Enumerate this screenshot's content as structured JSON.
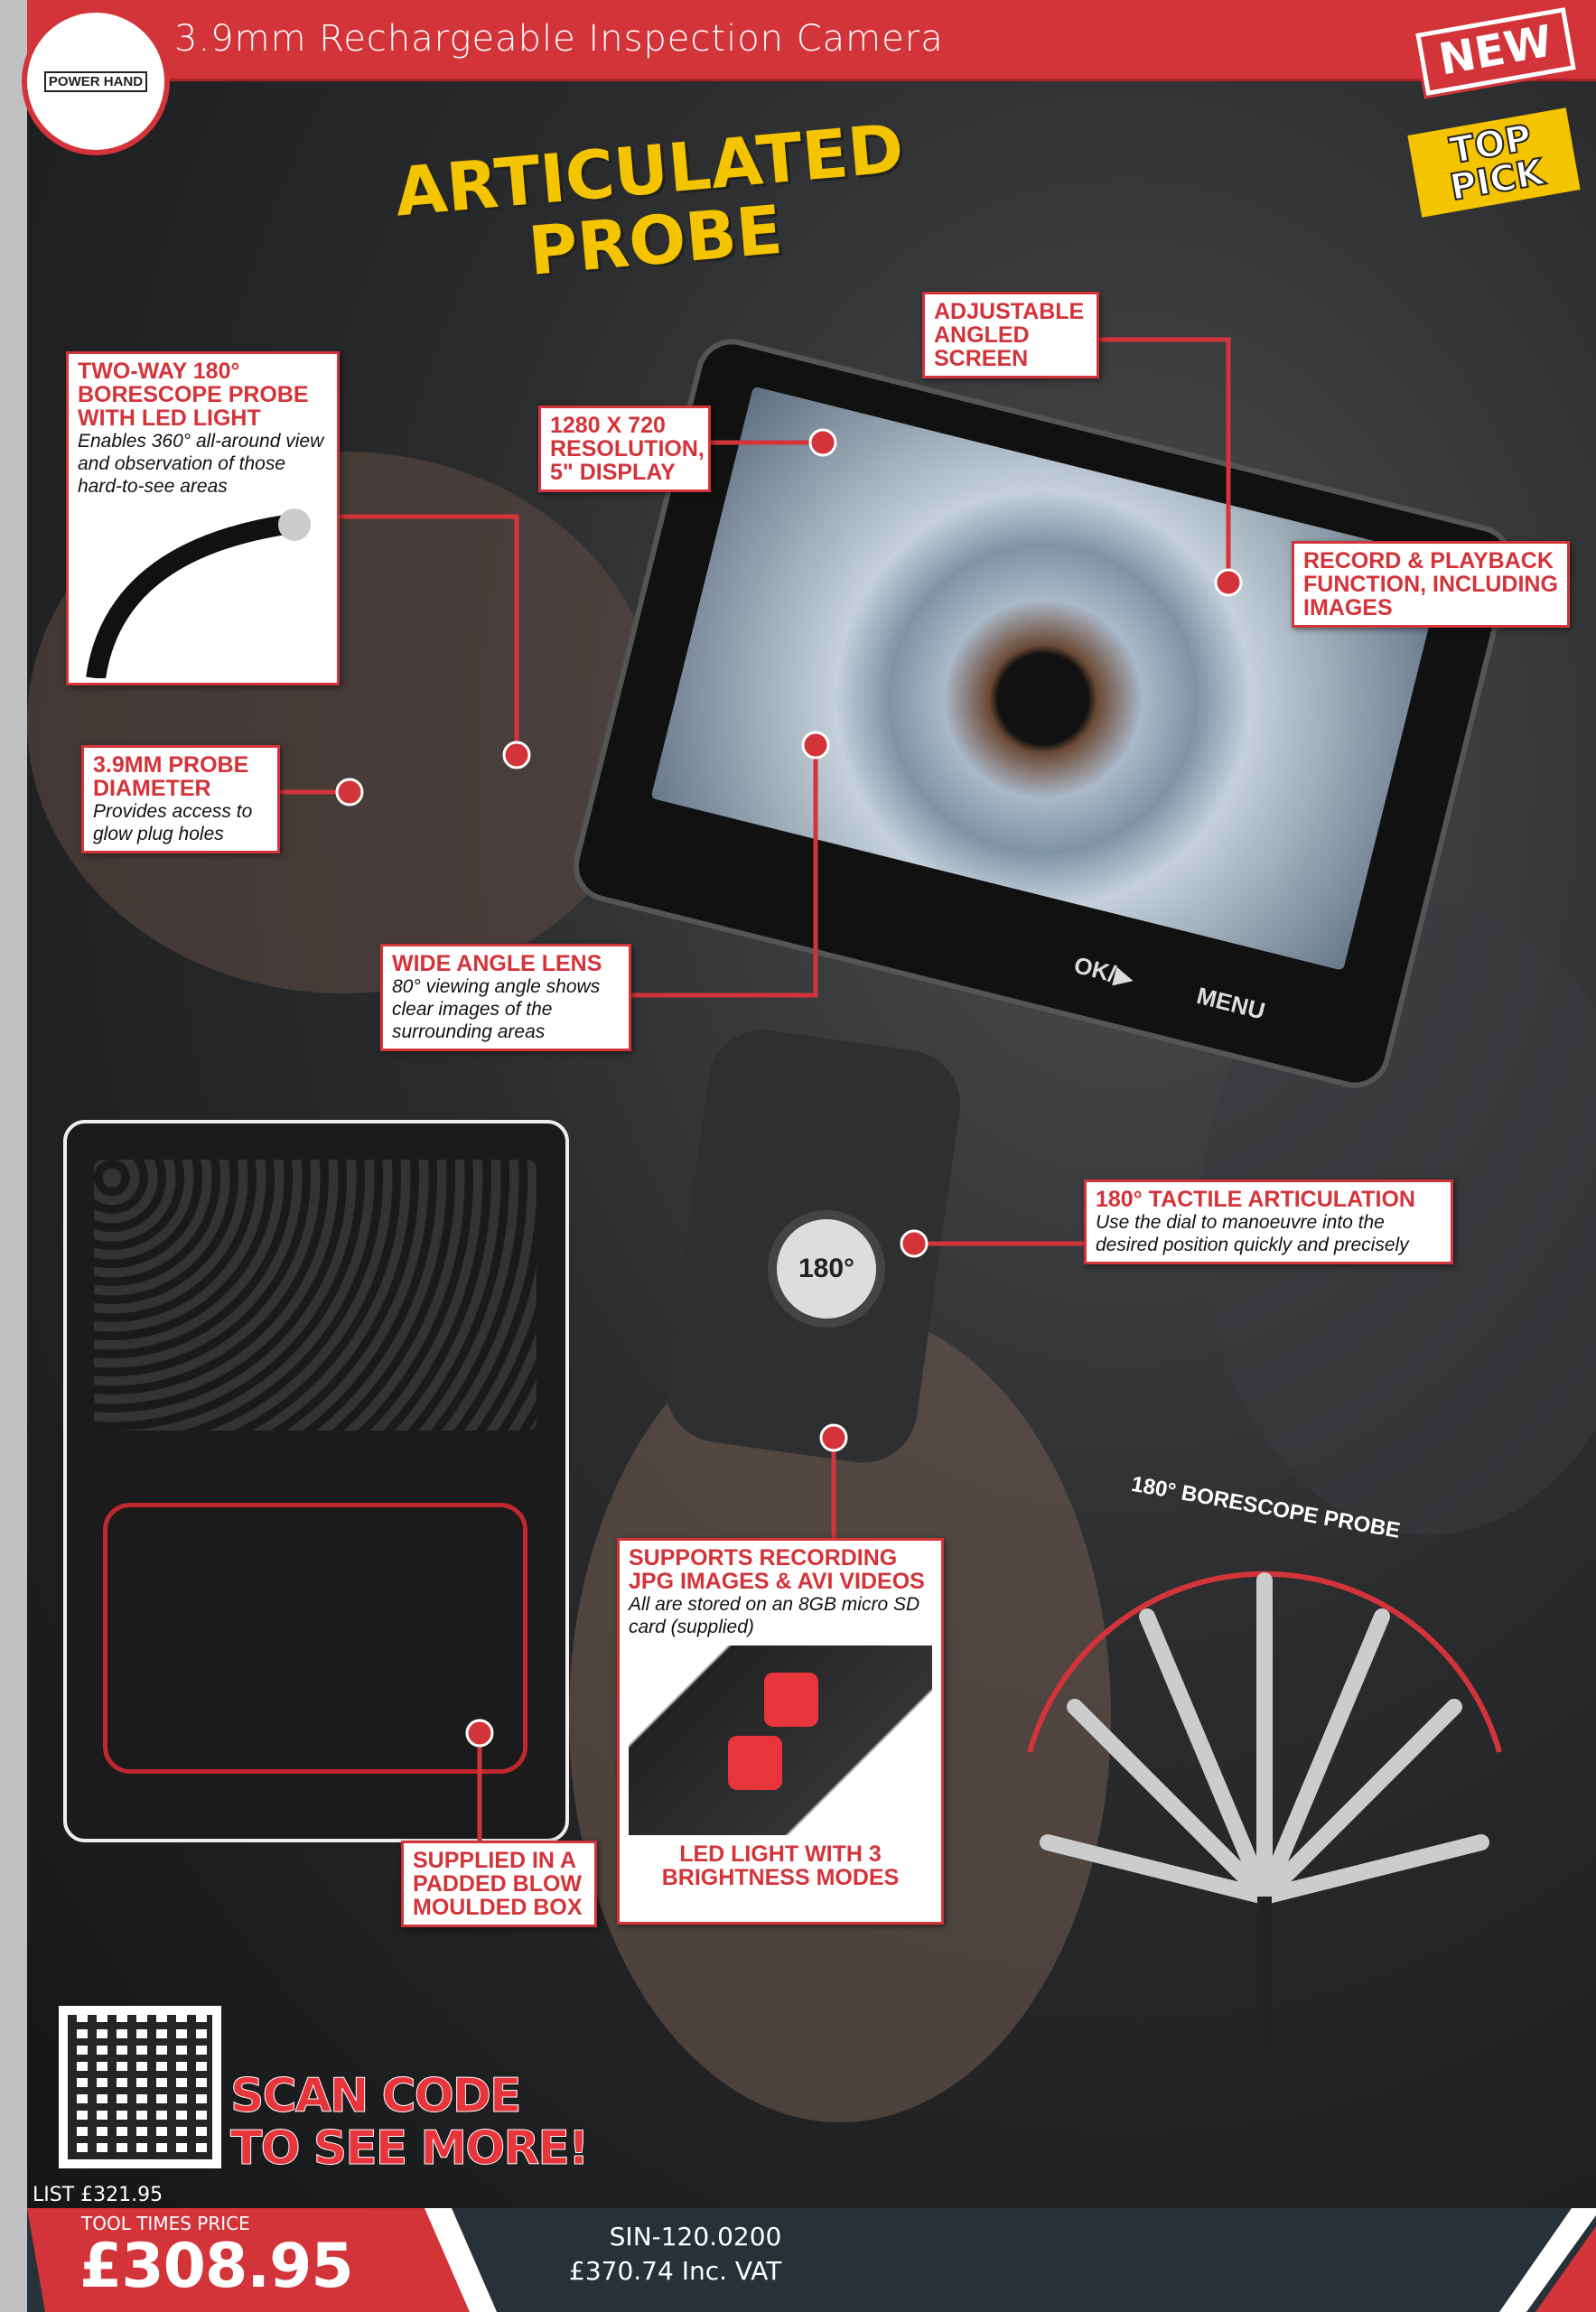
{
  "header": {
    "title": "3.9mm Rechargeable Inspection Camera",
    "brand": "POWER HAND"
  },
  "badges": {
    "new": "NEW",
    "top_pick": "TOP PICK"
  },
  "headline": {
    "line1": "ARTICULATED",
    "line2": "PROBE"
  },
  "callouts": {
    "two_way": {
      "title": "TWO-WAY 180° BORESCOPE PROBE WITH LED LIGHT",
      "body": "Enables 360° all-around view and observation of those hard-to-see areas"
    },
    "resolution": {
      "title": "1280 x 720 RESOLUTION, 5\" DISPLAY"
    },
    "adjustable": {
      "title": "ADJUSTABLE ANGLED SCREEN"
    },
    "record": {
      "title": "RECORD & PLAYBACK FUNCTION, INCLUDING IMAGES"
    },
    "diameter": {
      "title": "3.9MM PROBE DIAMETER",
      "body": "Provides access to glow plug holes"
    },
    "wide_angle": {
      "title": "WIDE ANGLE LENS",
      "body": "80° viewing angle shows clear images of the surrounding areas"
    },
    "tactile": {
      "title": "180° TACTILE ARTICULATION",
      "body": "Use the dial to manoeuvre into the desired position quickly and precisely"
    },
    "recording": {
      "title": "SUPPORTS RECORDING JPG IMAGES & AVI VIDEOS",
      "body": "All are stored on an 8GB micro SD card (supplied)",
      "footer": "LED LIGHT WITH 3 BRIGHTNESS MODES"
    },
    "box": {
      "title": "SUPPLIED IN A PADDED BLOW MOULDED BOX"
    }
  },
  "device": {
    "dial_label": "180°",
    "buttons": [
      "OK/▶",
      "MENU"
    ]
  },
  "probe_label": "180° BORESCOPE PROBE",
  "scan": {
    "line1": "SCAN CODE",
    "line2": "TO SEE MORE!"
  },
  "pricing": {
    "list": "LIST £321.95",
    "tool_times_label": "TOOL TIMES PRICE",
    "price": "£308.95",
    "sku": "SIN-120.0200",
    "inc_vat": "£370.74 Inc. VAT"
  },
  "colors": {
    "brand_red": "#d3343a",
    "yellow": "#f5c400",
    "dark": "#263238"
  }
}
